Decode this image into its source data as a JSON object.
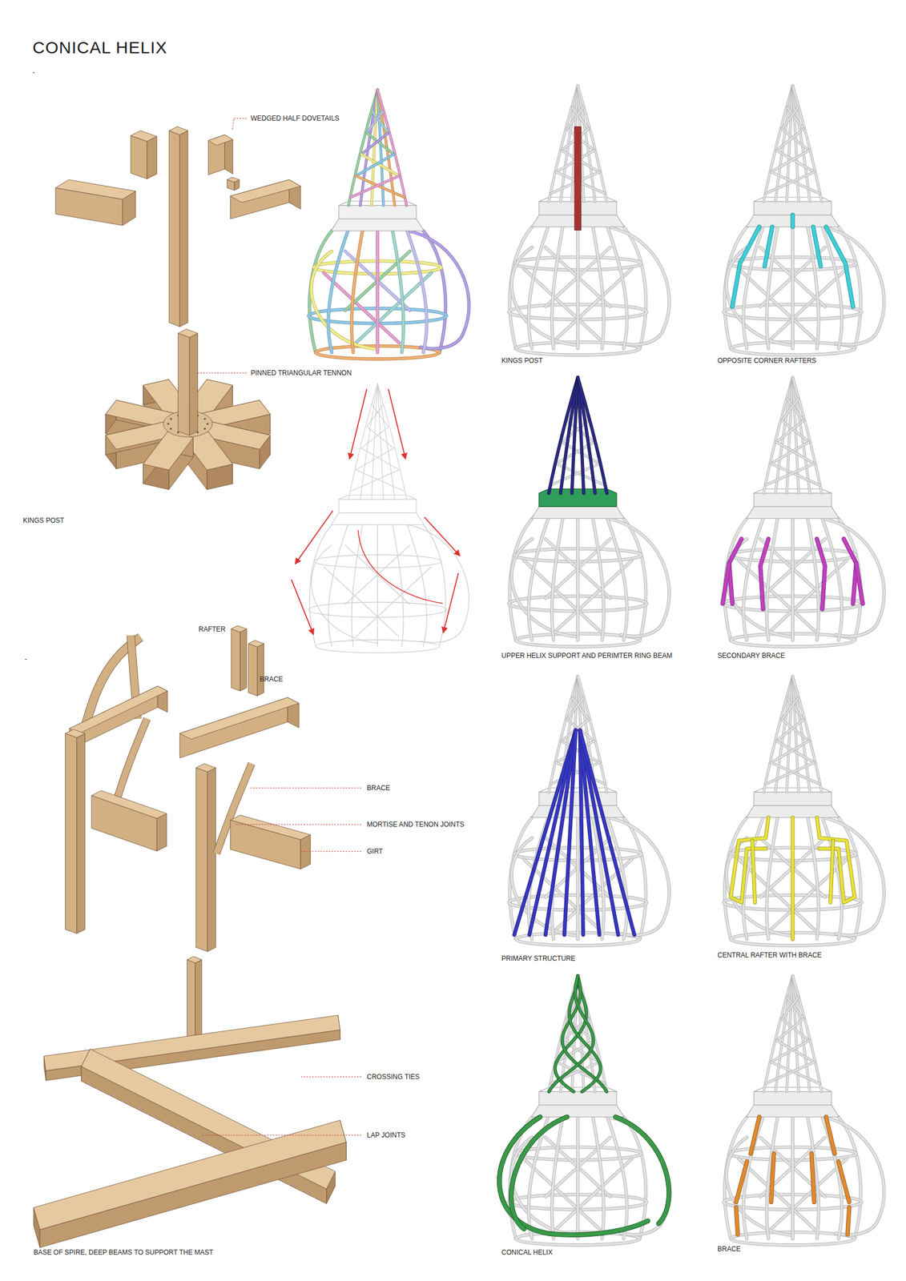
{
  "diagram": {
    "title": "CONICAL HELIX",
    "labels": [
      "-",
      "WEDGED HALF DOVETAILS",
      "PINNED TRIANGULAR TENNON",
      "KINGS POST",
      "RAFTER",
      "BRACE",
      "-",
      "BRACE",
      "MORTISE AND TENON JOINTS",
      "GIRT",
      "CROSSING TIES",
      "LAP JOINTS",
      "BASE OF SPIRE, DEEP BEAMS TO SUPPORT THE MAST",
      "KINGS POST",
      "OPPOSITE CORNER RAFTERS",
      "UPPER HELIX SUPPORT AND PERIMTER RING BEAM",
      "SECONDARY BRACE",
      "PRIMARY STRUCTURE",
      "CENTRAL RAFTER WITH BRACE",
      "CONICAL HELIX",
      "BRACE"
    ]
  }
}
